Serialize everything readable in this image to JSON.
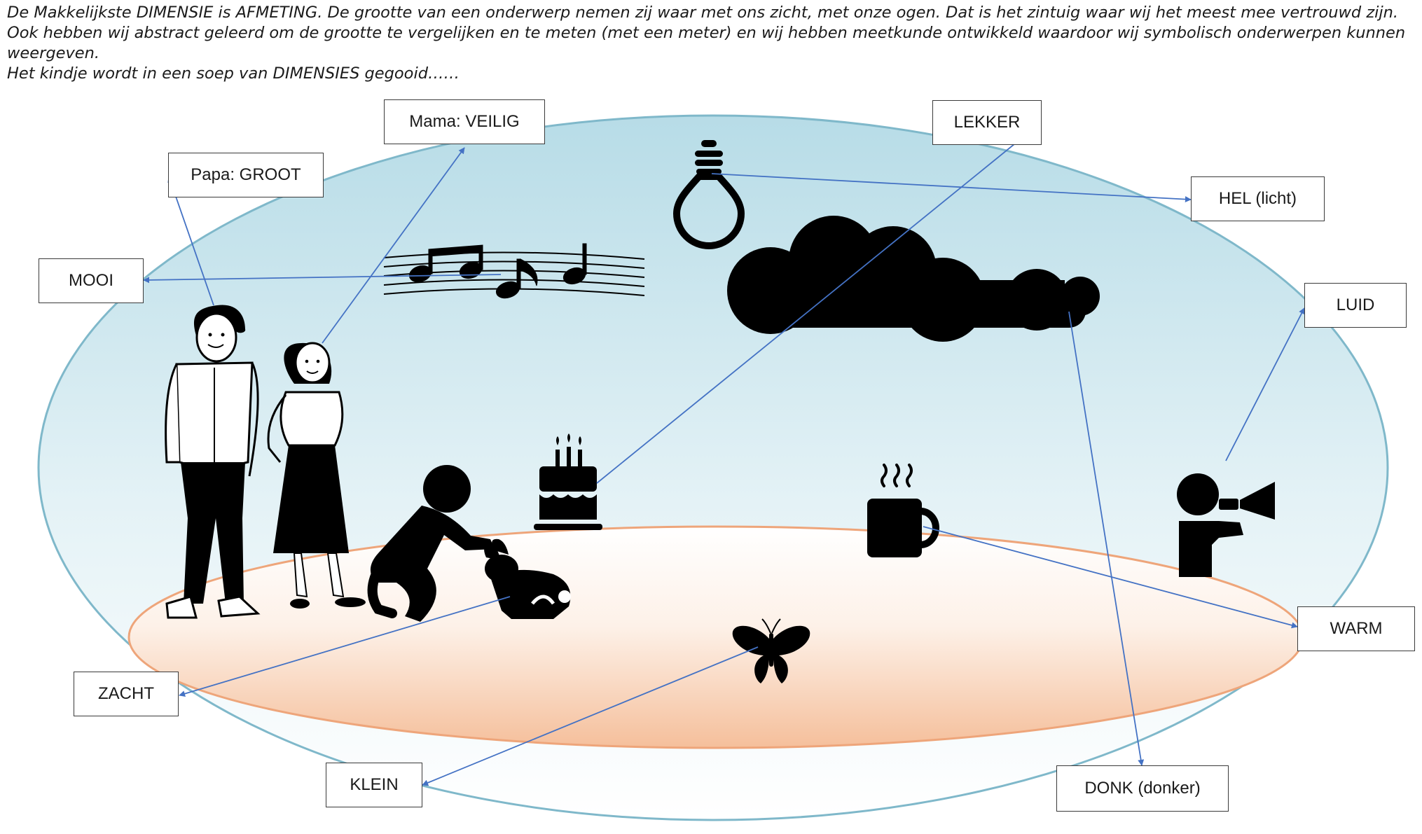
{
  "intro": {
    "line1": "De Makkelijkste DIMENSIE is AFMETING. De grootte van een onderwerp nemen zij waar met ons zicht, met onze ogen. Dat is het zintuig waar wij het meest mee vertrouwd zijn. Ook hebben wij abstract geleerd om de grootte te vergelijken en te meten (met een meter) en wij hebben meetkunde ontwikkeld waardoor wij symbolisch onderwerpen kunnen weergeven.",
    "line2": "Het kindje wordt in een soep van DIMENSIES gegooid……"
  },
  "labels": {
    "mama": "Mama: VEILIG",
    "papa": "Papa: GROOT",
    "mooi": "MOOI",
    "lekker": "LEKKER",
    "hel": "HEL (licht)",
    "luid": "LUID",
    "warm": "WARM",
    "zacht": "ZACHT",
    "klein": "KLEIN",
    "donk": "DONK (donker)"
  },
  "colors": {
    "outer_ellipse_top": "#b7dce7",
    "outer_ellipse_bottom": "#ffffff",
    "outer_ellipse_stroke": "#7fb8ca",
    "inner_ellipse_top": "#ffffff",
    "inner_ellipse_bottom": "#f5bf9b",
    "inner_ellipse_stroke": "#eea57a",
    "arrow": "#4472c4",
    "icon": "#000000"
  },
  "icons": [
    "papa-figure",
    "mama-figure",
    "child-petting-rabbit-icon",
    "rabbit-icon",
    "music-notes-icon",
    "light-bulb-icon",
    "birthday-cake-icon",
    "cloud-icon",
    "hot-mug-icon",
    "megaphone-person-icon",
    "butterfly-icon"
  ]
}
